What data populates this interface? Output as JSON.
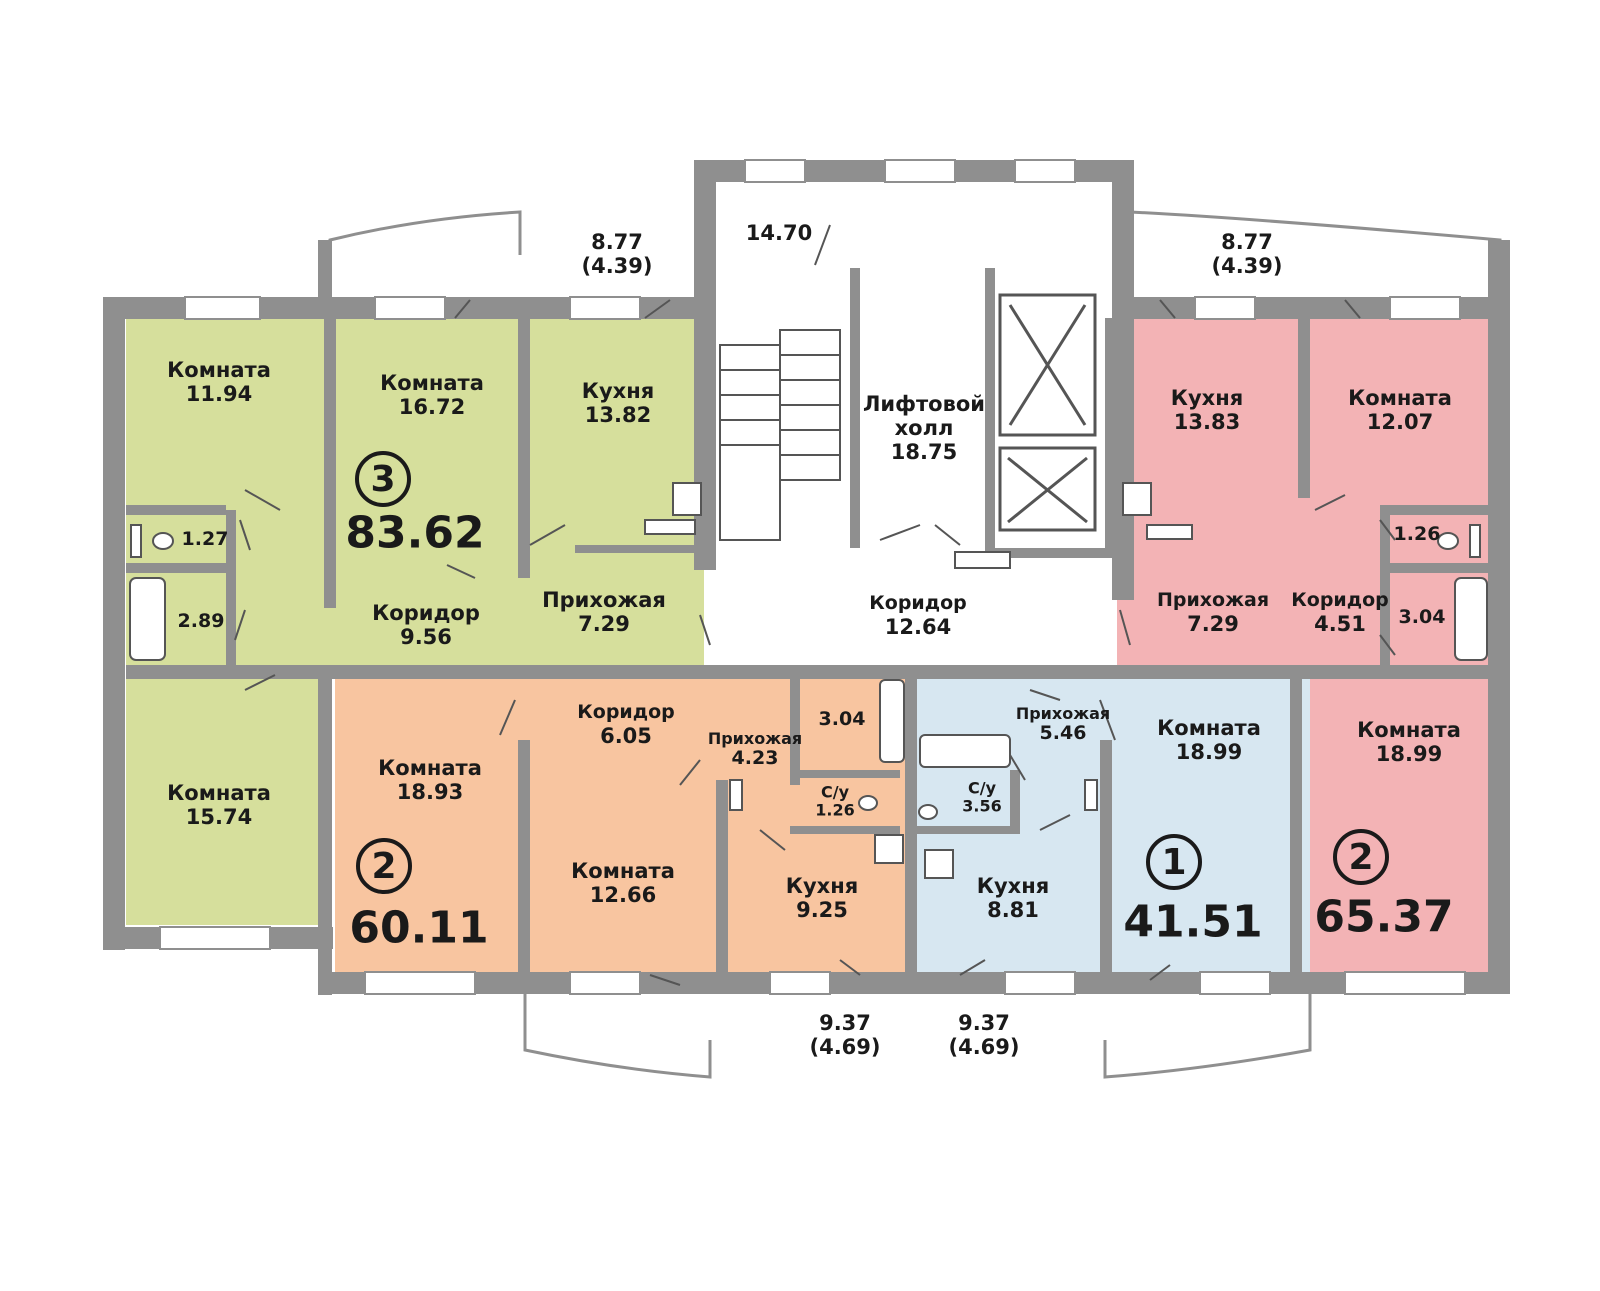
{
  "colors": {
    "apt3": "#d6df9c",
    "apt2_left": "#f8c5a0",
    "apt1": "#d7e7f1",
    "apt2_right": "#f3b3b5",
    "wall": "#8f8f8f",
    "common": "#ffffff"
  },
  "apartments": [
    {
      "rooms": "3",
      "area": "83.62"
    },
    {
      "rooms": "2",
      "area": "60.11"
    },
    {
      "rooms": "1",
      "area": "41.51"
    },
    {
      "rooms": "2",
      "area": "65.37"
    }
  ],
  "rooms": {
    "a3_room1": {
      "name": "Комната",
      "area": "11.94"
    },
    "a3_room2": {
      "name": "Комната",
      "area": "16.72"
    },
    "a3_kitchen": {
      "name": "Кухня",
      "area": "13.82"
    },
    "a3_wc": {
      "area": "1.27"
    },
    "a3_bath": {
      "area": "2.89"
    },
    "a3_corridor": {
      "name": "Коридор",
      "area": "9.56"
    },
    "a3_hall": {
      "name": "Прихожая",
      "area": "7.29"
    },
    "a3_room3": {
      "name": "Комната",
      "area": "15.74"
    },
    "a2l_room1": {
      "name": "Комната",
      "area": "18.93"
    },
    "a2l_corridor": {
      "name": "Коридор",
      "area": "6.05"
    },
    "a2l_room2": {
      "name": "Комната",
      "area": "12.66"
    },
    "a2l_hall": {
      "name": "Прихожая",
      "area": "4.23"
    },
    "a2l_bath": {
      "area": "3.04"
    },
    "a2l_wc": {
      "name": "С/у",
      "area": "1.26"
    },
    "a2l_kitchen": {
      "name": "Кухня",
      "area": "9.25"
    },
    "a1_hall": {
      "name": "Прихожая",
      "area": "5.46"
    },
    "a1_wc": {
      "name": "С/у",
      "area": "3.56"
    },
    "a1_kitchen": {
      "name": "Кухня",
      "area": "8.81"
    },
    "a1_room": {
      "name": "Комната",
      "area": "18.99"
    },
    "a2r_kitchen": {
      "name": "Кухня",
      "area": "13.83"
    },
    "a2r_room1": {
      "name": "Комната",
      "area": "12.07"
    },
    "a2r_wc": {
      "area": "1.26"
    },
    "a2r_hall": {
      "name": "Прихожая",
      "area": "7.29"
    },
    "a2r_corridor": {
      "name": "Коридор",
      "area": "4.51"
    },
    "a2r_bath": {
      "area": "3.04"
    },
    "a2r_room2": {
      "name": "Комната",
      "area": "18.99"
    },
    "stair": {
      "area": "14.70"
    },
    "lift_hall": {
      "name": "Лифтовой холл",
      "line1": "Лифтовой",
      "line2": "холл",
      "area": "18.75"
    },
    "common_corridor": {
      "name": "Коридор",
      "area": "12.64"
    }
  },
  "balconies": {
    "top_left": {
      "area": "8.77",
      "reduced": "(4.39)"
    },
    "top_right": {
      "area": "8.77",
      "reduced": "(4.39)"
    },
    "bottom_left": {
      "area": "9.37",
      "reduced": "(4.69)"
    },
    "bottom_right": {
      "area": "9.37",
      "reduced": "(4.69)"
    }
  }
}
